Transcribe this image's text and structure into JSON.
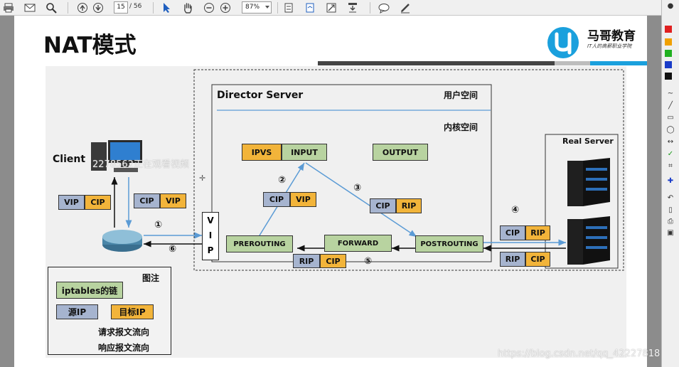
{
  "toolbar": {
    "page_current": "15",
    "page_total": "/ 56",
    "zoom": "87%"
  },
  "slide": {
    "title": "NAT模式",
    "logo_name": "马哥教育",
    "logo_sub": "IT人的高薪职业学院"
  },
  "diagram": {
    "director": "Director Server",
    "user_space": "用户空间",
    "kernel_space": "内核空间",
    "real_server": "Real Server",
    "client": "Client",
    "vip_letters": [
      "V",
      "I",
      "P"
    ],
    "chains": {
      "ipvs": "IPVS",
      "input": "INPUT",
      "output": "OUTPUT",
      "prerouting": "PREROUTING",
      "forward": "FORWARD",
      "postrouting": "POSTROUTING"
    },
    "packets": {
      "client_a": [
        "VIP",
        "CIP"
      ],
      "client_b": [
        "CIP",
        "VIP"
      ],
      "pre": [
        "CIP",
        "VIP"
      ],
      "post": [
        "CIP",
        "RIP"
      ],
      "resp": [
        "RIP",
        "CIP"
      ],
      "rs_a": [
        "CIP",
        "RIP"
      ],
      "rs_b": [
        "RIP",
        "CIP"
      ]
    },
    "steps": [
      "①",
      "②",
      "③",
      "④",
      "⑤",
      "⑥"
    ],
    "legend": {
      "title": "图注",
      "chain": "iptables的链",
      "src": "源IP",
      "dst": "目标IP",
      "req": "请求报文流向",
      "resp": "响应报文流向"
    }
  },
  "overlay": {
    "viewer": "2278562正在观看视频",
    "csdn": "https://blog.csdn.net/qq_42227818"
  },
  "colors": {
    "chain": "#b8d3a0",
    "dst_ip": "#f2b43a",
    "src_ip": "#a6b4cf",
    "request_arrow": "#5b9bd5",
    "response_arrow": "#111111",
    "accent": "#1aa0dd"
  }
}
